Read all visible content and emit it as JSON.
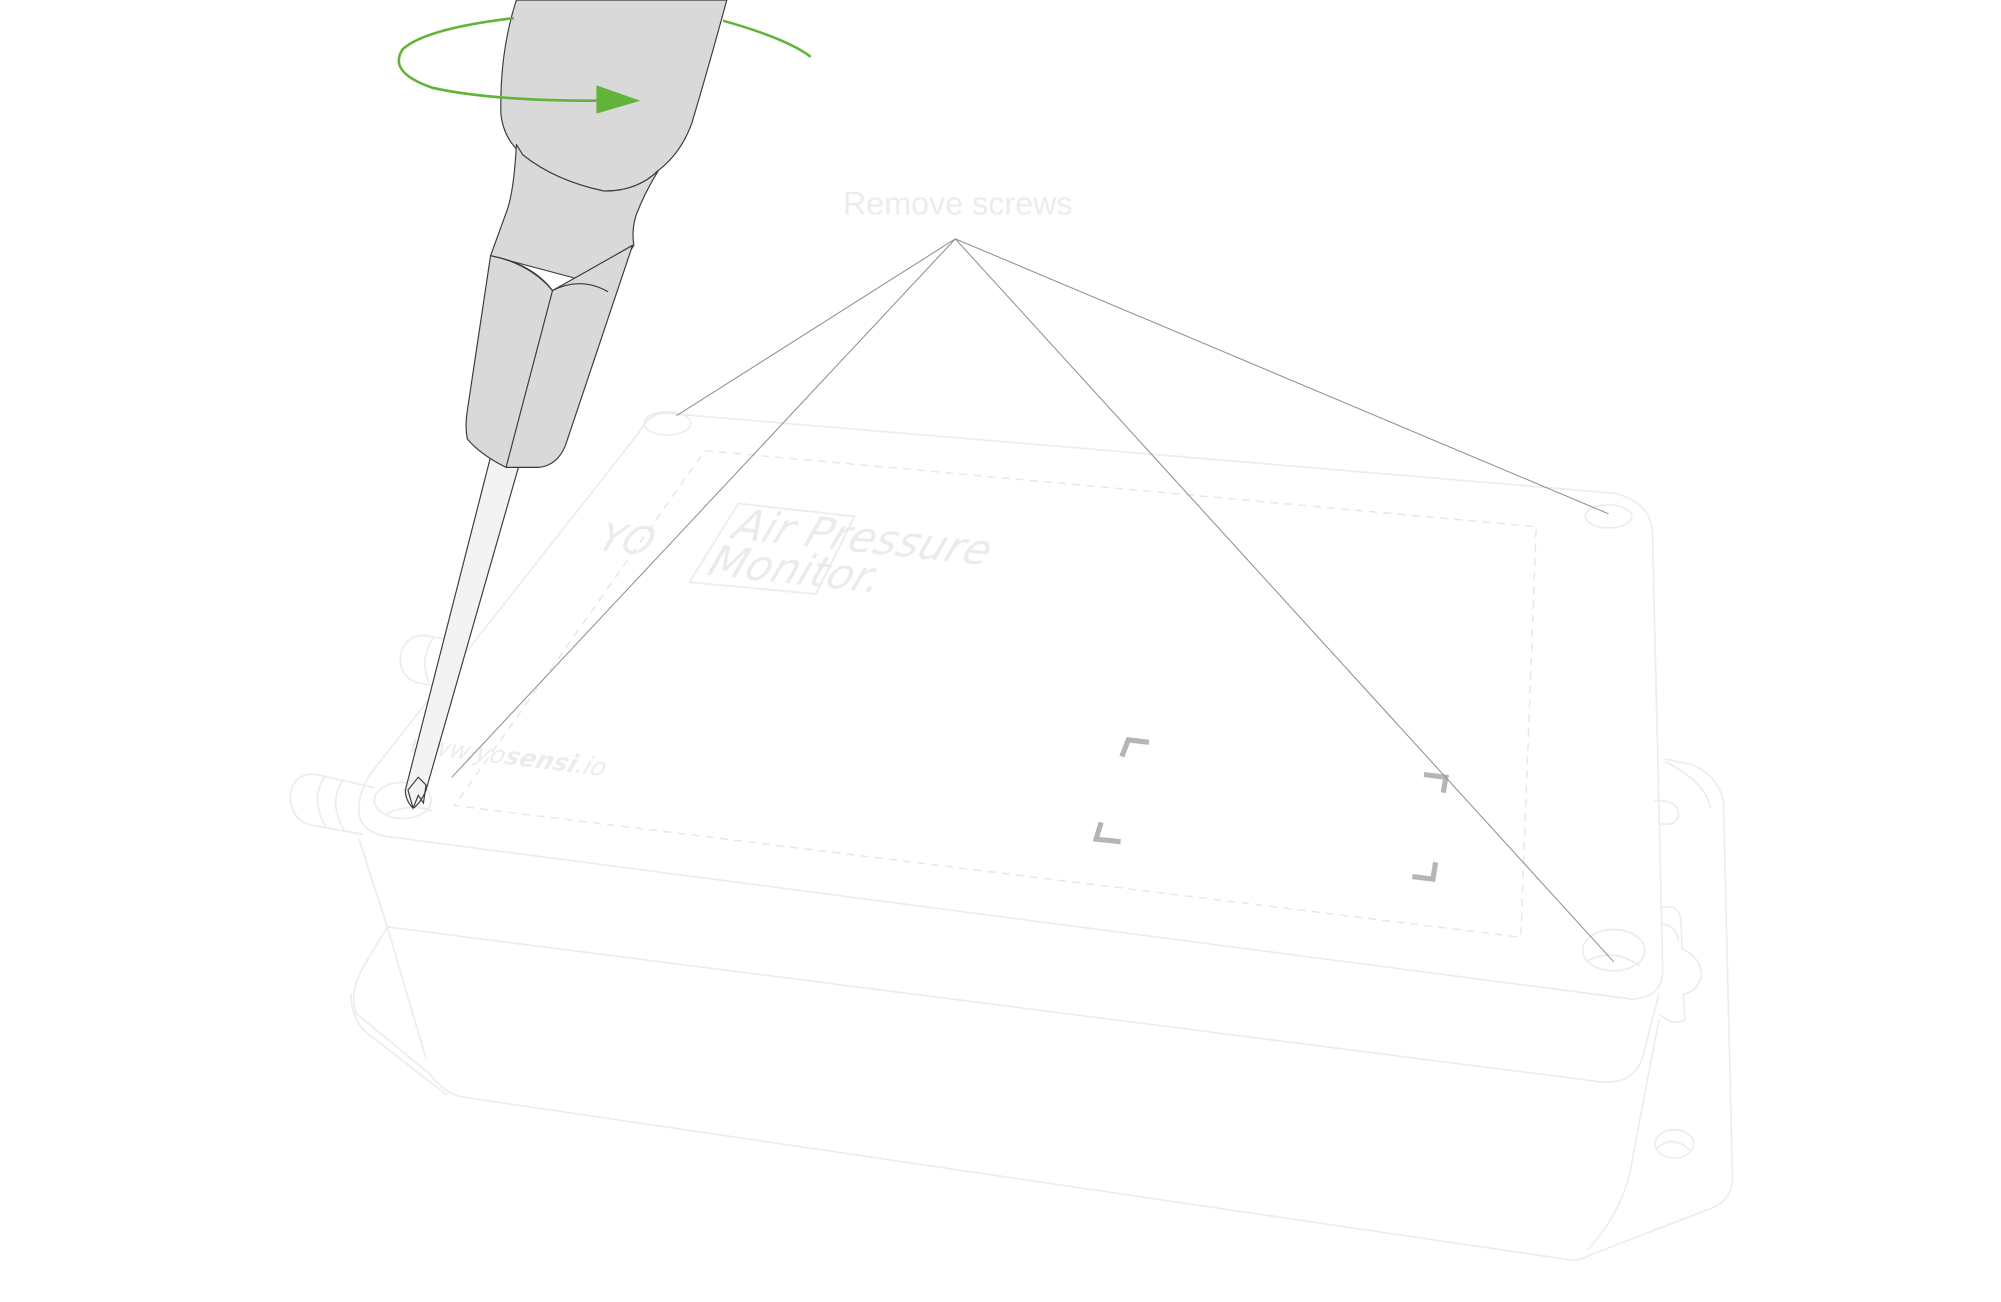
{
  "diagram": {
    "callout": {
      "label": "Remove screws",
      "leader_color": "#8f8f8f",
      "targets": [
        "top-left-screw",
        "front-left-screw",
        "top-right-screw",
        "front-right-screw"
      ]
    },
    "device": {
      "logo_mark": "YO",
      "product_line1": "Air Pressure",
      "product_line2": "Monitor.",
      "url_prefix": "www.yo",
      "url_bold": "sensi",
      "url_suffix": ".io",
      "outline_color": "#ececec",
      "marker_color": "#b5b5b5"
    },
    "tool": {
      "name": "screwdriver",
      "handle_color": "#d9d9d9",
      "shaft_color": "#f3f3f3"
    },
    "rotation_arrow": {
      "direction": "clockwise",
      "color": "#62b33a"
    }
  }
}
